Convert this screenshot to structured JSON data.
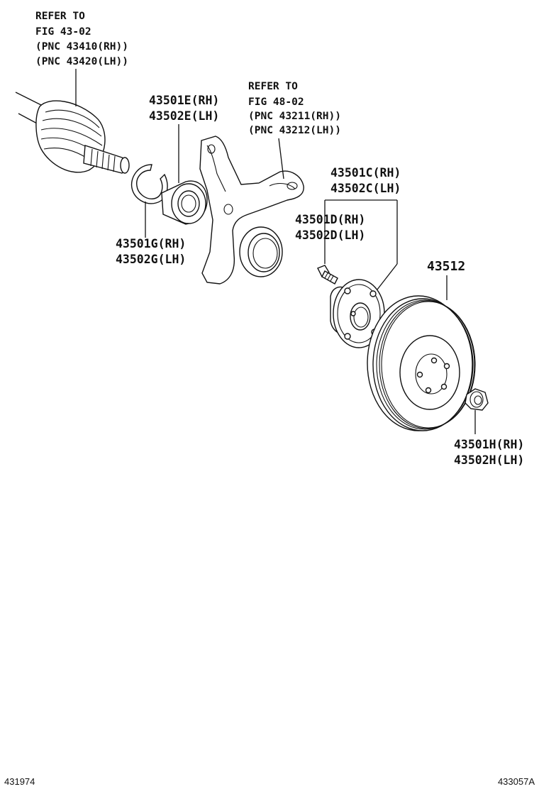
{
  "labels": {
    "driveshaft_ref": [
      "REFER TO",
      "FIG 43-02",
      "(PNC 43410(RH))",
      "(PNC 43420(LH))"
    ],
    "knuckle_ref": [
      "REFER TO",
      "FIG 48-02",
      "(PNC 43211(RH))",
      "(PNC 43212(LH))"
    ],
    "bearing": [
      "43501E(RH)",
      "43502E(LH)"
    ],
    "snap_ring": [
      "43501G(RH)",
      "43502G(LH)"
    ],
    "hub": [
      "43501C(RH)",
      "43502C(LH)"
    ],
    "hub_bolt": [
      "43501D(RH)",
      "43502D(LH)"
    ],
    "disc": [
      "43512"
    ],
    "nut": [
      "43501H(RH)",
      "43502H(LH)"
    ]
  },
  "footer": {
    "left_code": "431974",
    "right_code": "433057A"
  }
}
